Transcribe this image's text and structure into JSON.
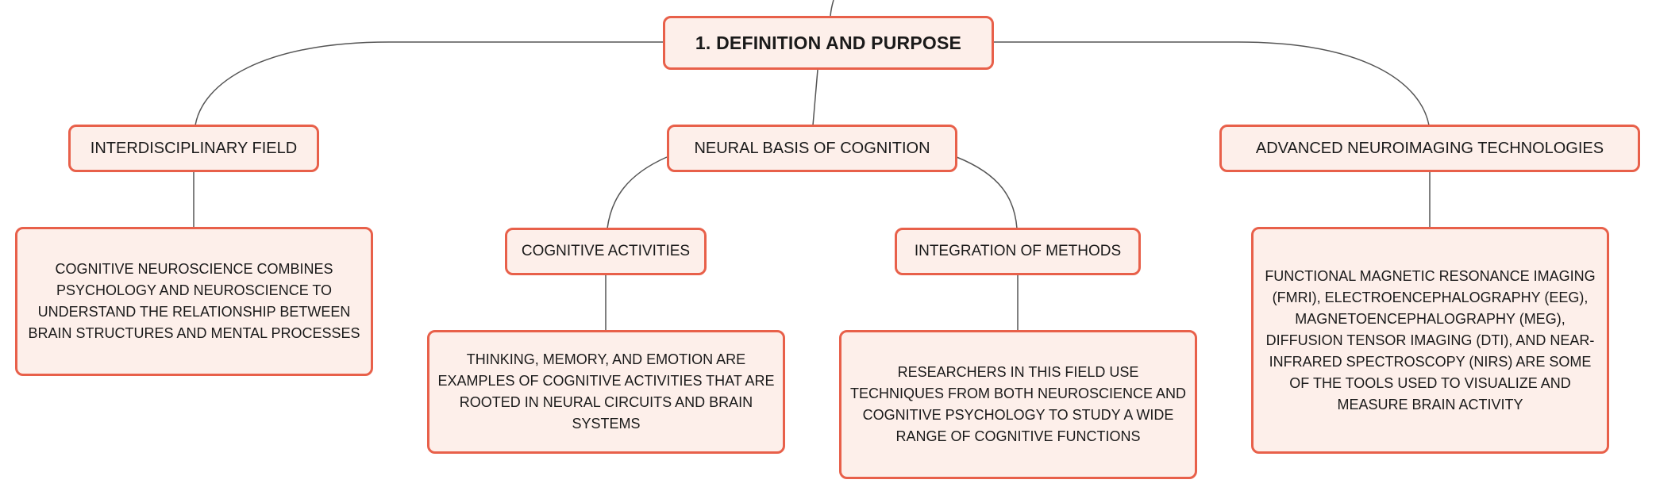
{
  "root": {
    "label": "1. Definition and Purpose"
  },
  "branches": [
    {
      "label": "Interdisciplinary Field",
      "detail": "Cognitive neuroscience combines psychology and neuroscience to understand the relationship between brain structures and mental processes"
    },
    {
      "label": "Neural Basis of Cognition",
      "children": [
        {
          "label": "Cognitive Activities",
          "detail": "Thinking, memory, and emotion are examples of cognitive activities that are rooted in neural circuits and brain systems"
        },
        {
          "label": "Integration of Methods",
          "detail": "Researchers in this field use techniques from both neuroscience and cognitive psychology to study a wide range of cognitive functions"
        }
      ]
    },
    {
      "label": "Advanced Neuroimaging Technologies",
      "detail": "Functional magnetic resonance imaging (fMRI), electroencephalography (EEG), magnetoencephalography (MEG), diffusion tensor imaging (DTI), and near-infrared spectroscopy (NIRS) are some of the tools used to visualize and measure brain activity"
    }
  ],
  "colors": {
    "border": "#e8604a",
    "fill": "#fdefea",
    "line": "#555555"
  }
}
